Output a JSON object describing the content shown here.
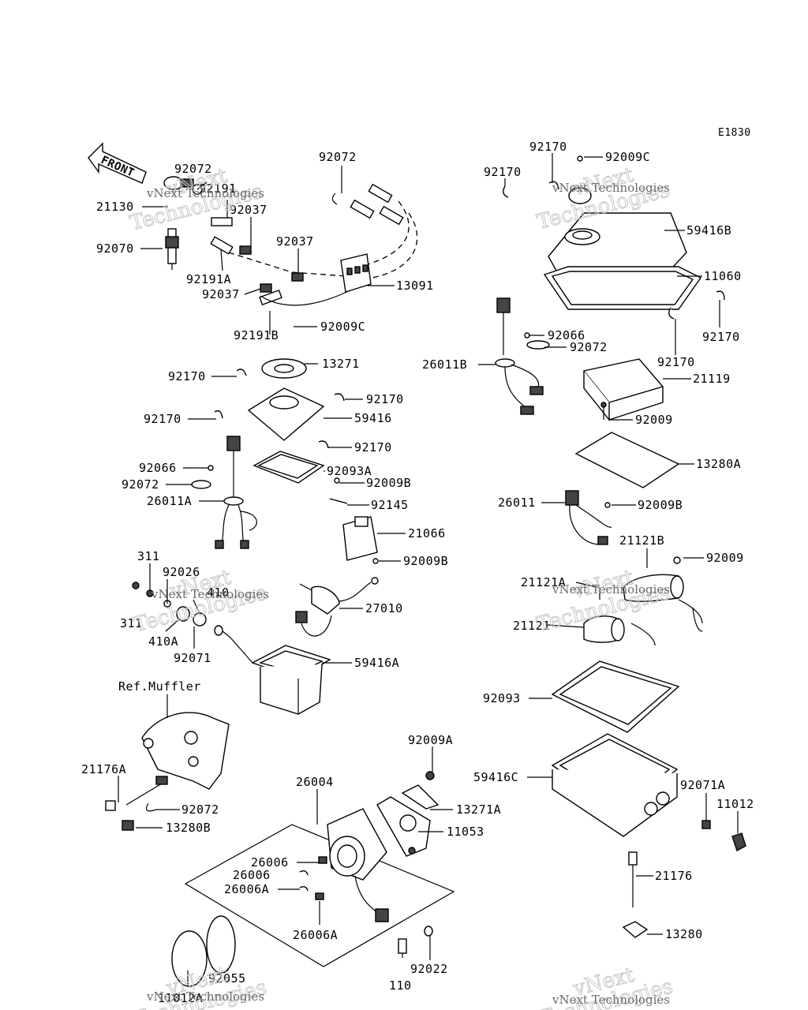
{
  "diagram_code": "E1830",
  "front_arrow_label": "FRONT",
  "ref_muffler": "Ref.Muffler",
  "watermark": {
    "line1": "vNext",
    "line2": "Technologies",
    "small": "vNext Technologies"
  },
  "labels": [
    {
      "id": "p92072a",
      "text": "92072"
    },
    {
      "id": "p92191",
      "text": "92191"
    },
    {
      "id": "p21130",
      "text": "21130"
    },
    {
      "id": "p92037a",
      "text": "92037"
    },
    {
      "id": "p92070",
      "text": "92070"
    },
    {
      "id": "p92037b",
      "text": "92037"
    },
    {
      "id": "p92191a",
      "text": "92191A"
    },
    {
      "id": "p92037c",
      "text": "92037"
    },
    {
      "id": "p13091",
      "text": "13091"
    },
    {
      "id": "p92191b",
      "text": "92191B"
    },
    {
      "id": "p92009c_l",
      "text": "92009C"
    },
    {
      "id": "p92072b",
      "text": "92072"
    },
    {
      "id": "p13271",
      "text": "13271"
    },
    {
      "id": "p92170a",
      "text": "92170"
    },
    {
      "id": "p92170b",
      "text": "92170"
    },
    {
      "id": "p59416",
      "text": "59416"
    },
    {
      "id": "p92170c",
      "text": "92170"
    },
    {
      "id": "p92170d",
      "text": "92170"
    },
    {
      "id": "p92066a",
      "text": "92066"
    },
    {
      "id": "p92093a",
      "text": "92093A"
    },
    {
      "id": "p92072c",
      "text": "92072"
    },
    {
      "id": "p92009b_a",
      "text": "92009B"
    },
    {
      "id": "p26011a",
      "text": "26011A"
    },
    {
      "id": "p92145",
      "text": "92145"
    },
    {
      "id": "p21066",
      "text": "21066"
    },
    {
      "id": "p311a",
      "text": "311"
    },
    {
      "id": "p92009b_b",
      "text": "92009B"
    },
    {
      "id": "p92026",
      "text": "92026"
    },
    {
      "id": "p410",
      "text": "410"
    },
    {
      "id": "p311b",
      "text": "311"
    },
    {
      "id": "p27010",
      "text": "27010"
    },
    {
      "id": "p410a",
      "text": "410A"
    },
    {
      "id": "p92071",
      "text": "92071"
    },
    {
      "id": "p59416a",
      "text": "59416A"
    },
    {
      "id": "p21176a",
      "text": "21176A"
    },
    {
      "id": "p92072d",
      "text": "92072"
    },
    {
      "id": "p13280b",
      "text": "13280B"
    },
    {
      "id": "p26004",
      "text": "26004"
    },
    {
      "id": "p92009a",
      "text": "92009A"
    },
    {
      "id": "p13271a",
      "text": "13271A"
    },
    {
      "id": "p11053",
      "text": "11053"
    },
    {
      "id": "p26006a",
      "text": "26006"
    },
    {
      "id": "p26006b",
      "text": "26006"
    },
    {
      "id": "p26006A1",
      "text": "26006A"
    },
    {
      "id": "p26006A2",
      "text": "26006A"
    },
    {
      "id": "p92055",
      "text": "92055"
    },
    {
      "id": "p11012a",
      "text": "11012A"
    },
    {
      "id": "p92022",
      "text": "92022"
    },
    {
      "id": "p110",
      "text": "110"
    },
    {
      "id": "p92170e",
      "text": "92170"
    },
    {
      "id": "p92009c_r",
      "text": "92009C"
    },
    {
      "id": "p92170f",
      "text": "92170"
    },
    {
      "id": "p59416b",
      "text": "59416B"
    },
    {
      "id": "p11060",
      "text": "11060"
    },
    {
      "id": "p92170g",
      "text": "92170"
    },
    {
      "id": "p92066b",
      "text": "92066"
    },
    {
      "id": "p92072e",
      "text": "92072"
    },
    {
      "id": "p26011b",
      "text": "26011B"
    },
    {
      "id": "p92170h",
      "text": "92170"
    },
    {
      "id": "p21119",
      "text": "21119"
    },
    {
      "id": "p92009a_r",
      "text": "92009"
    },
    {
      "id": "p13280a",
      "text": "13280A"
    },
    {
      "id": "p26011",
      "text": "26011"
    },
    {
      "id": "p92009b_r",
      "text": "92009B"
    },
    {
      "id": "p21121b",
      "text": "21121B"
    },
    {
      "id": "p92009b2_r",
      "text": "92009"
    },
    {
      "id": "p21121a",
      "text": "21121A"
    },
    {
      "id": "p21121",
      "text": "21121"
    },
    {
      "id": "p92093",
      "text": "92093"
    },
    {
      "id": "p59416c",
      "text": "59416C"
    },
    {
      "id": "p92071a",
      "text": "92071A"
    },
    {
      "id": "p11012",
      "text": "11012"
    },
    {
      "id": "p21176",
      "text": "21176"
    },
    {
      "id": "p13280",
      "text": "13280"
    }
  ]
}
